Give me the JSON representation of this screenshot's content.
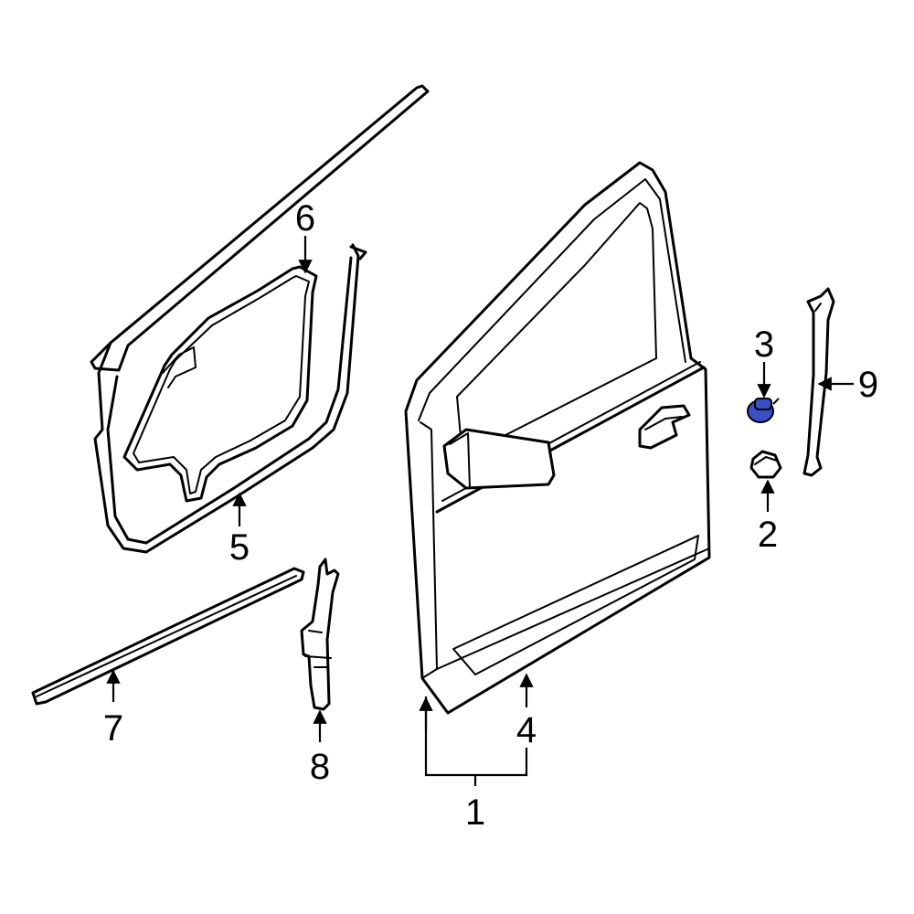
{
  "colors": {
    "line": "#000000",
    "background": "#ffffff",
    "highlight": "#3a4fc7"
  },
  "callouts": {
    "c1": "1",
    "c2": "2",
    "c3": "3",
    "c4": "4",
    "c5": "5",
    "c6": "6",
    "c7": "7",
    "c8": "8",
    "c9": "9"
  }
}
